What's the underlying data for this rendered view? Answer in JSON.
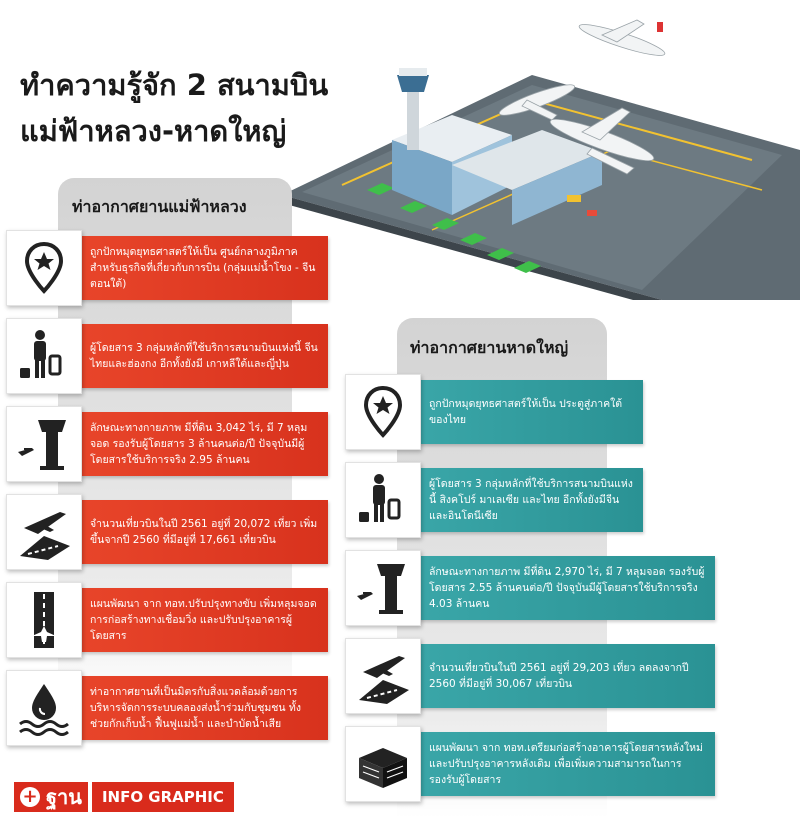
{
  "title": {
    "line1": "ทำความรู้จัก 2 สนามบิน",
    "line2": "แม่ฟ้าหลวง-หาดใหญ่"
  },
  "mae_fah_luang": {
    "heading": "ท่าอากาศยานแม่ฟ้าหลวง",
    "items": [
      {
        "icon": "map-pin-star-icon",
        "text": "ถูกปักหมุดยุทธศาสตร์ให้เป็น ศูนย์กลางภูมิภาค สำหรับธุรกิจที่เกี่ยวกับการบิน (กลุ่มแม่น้ำโขง - จีนตอนใต้)"
      },
      {
        "icon": "traveler-luggage-icon",
        "text": "ผู้โดยสาร 3 กลุ่มหลักที่ใช้บริการสนามบินแห่งนี้ จีน ไทยและฮ่องกง อีกทั้งยังมี เกาหลีใต้และญี่ปุ่น"
      },
      {
        "icon": "control-tower-icon",
        "text": "ลักษณะทางกายภาพ มีที่ดิน 3,042 ไร่, มี 7 หลุมจอด รองรับผู้โดยสาร 3 ล้านคนต่อ/ปี ปัจจุบันมีผู้โดยสารใช้บริการจริง 2.95 ล้านคน"
      },
      {
        "icon": "airplane-takeoff-icon",
        "text": "จำนวนเที่ยวบินในปี 2561 อยู่ที่ 20,072 เที่ยว เพิ่มขึ้นจากปี 2560 ที่มีอยู่ที่ 17,661 เที่ยวบิน"
      },
      {
        "icon": "runway-icon",
        "text": "แผนพัฒนา จาก ทอท.ปรับปรุงทางขับ เพิ่มหลุมจอด การก่อสร้างทางเชื่อมวิ่ง และปรับปรุงอาคารผู้โดยสาร"
      },
      {
        "icon": "water-drop-icon",
        "text": "ท่าอากาศยานที่เป็นมิตรกับสิ่งแวดล้อมด้วยการบริหารจัดการระบบคลองส่งน้ำร่วมกับชุมชน ทั้งช่วยกักเก็บน้ำ ฟื้นฟูแม่น้ำ และบำบัดน้ำเสีย"
      }
    ]
  },
  "hat_yai": {
    "heading": "ท่าอากาศยานหาดใหญ่",
    "items": [
      {
        "icon": "map-pin-star-icon",
        "text": "ถูกปักหมุดยุทธศาสตร์ให้เป็น ประตูสู่ภาคใต้ของไทย"
      },
      {
        "icon": "traveler-luggage-icon",
        "text": "ผู้โดยสาร 3 กลุ่มหลักที่ใช้บริการสนามบินแห่งนี้ สิงคโปร์ มาเลเซีย และไทย อีกทั้งยังมีจีนและอินโดนีเซีย"
      },
      {
        "icon": "control-tower-icon",
        "text": "ลักษณะทางกายภาพ มีที่ดิน 2,970 ไร่, มี 7 หลุมจอด รองรับผู้โดยสาร 2.55 ล้านคนต่อ/ปี ปัจจุบันมีผู้โดยสารใช้บริการจริง 4.03 ล้านคน"
      },
      {
        "icon": "airplane-takeoff-icon",
        "text": "จำนวนเที่ยวบินในปี 2561 อยู่ที่ 29,203 เที่ยว ลดลงจากปี 2560 ที่มีอยู่ที่ 30,067 เที่ยวบิน"
      },
      {
        "icon": "terminal-building-icon",
        "text": "แผนพัฒนา จาก ทอท.เตรียมก่อสร้างอาคารผู้โดยสารหลังใหม่และปรับปรุงอาคารหลังเดิม เพื่อเพิ่มความสามารถในการรองรับผู้โดยสาร"
      }
    ]
  },
  "logo": {
    "brand": "ฐาน",
    "label": "INFO GRAPHIC"
  },
  "colors": {
    "red": "#d8321d",
    "teal": "#2a9294",
    "logo_red": "#d92b1c"
  }
}
